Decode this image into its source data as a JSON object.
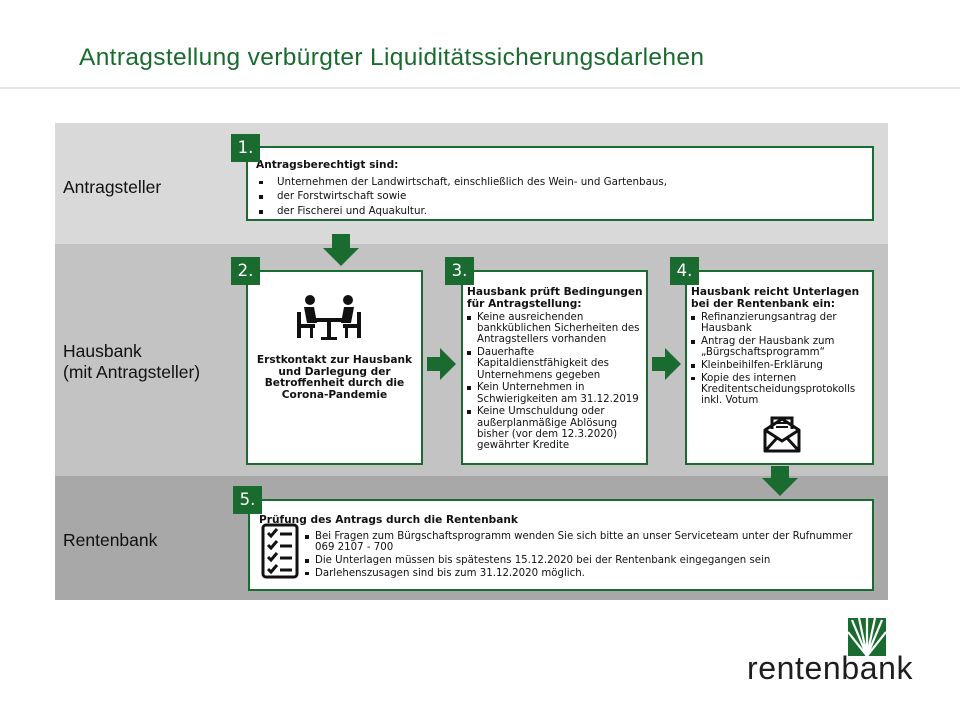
{
  "title": "Antragstellung verbürgter Liquiditätssicherungsdarlehen",
  "rows": [
    {
      "label": "Antragsteller"
    },
    {
      "label": "Hausbank\n(mit Antragsteller)"
    },
    {
      "label": "Rentenbank"
    }
  ],
  "steps": [
    {
      "number": "1.",
      "title": "Antragsberechtigt sind:",
      "items": [
        "Unternehmen der Landwirtschaft, einschließlich des Wein- und Gartenbaus,",
        "der Forstwirtschaft sowie",
        "der Fischerei und Aquakultur."
      ]
    },
    {
      "number": "2.",
      "title": "Erstkontakt zur Hausbank und Darlegung der Betroffenheit durch die Corona-Pandemie",
      "icon": "meeting-icon"
    },
    {
      "number": "3.",
      "title": "Hausbank prüft Bedingungen für Antragstellung:",
      "items": [
        "Keine ausreichenden bankküblichen Sicherheiten des Antragstellers vorhanden",
        "Dauerhafte Kapitaldienstfähigkeit des Unternehmens gegeben",
        "Kein Unternehmen in Schwierigkeiten am 31.12.2019",
        "Keine Umschuldung oder außerplanmäßige Ablösung bisher (vor dem 12.3.2020) gewährter Kredite"
      ]
    },
    {
      "number": "4.",
      "title": "Hausbank reicht Unterlagen bei der Rentenbank ein:",
      "items": [
        "Refinanzierungsantrag der Hausbank",
        "Antrag der Hausbank zum „Bürgschaftsprogramm“",
        "Kleinbeihilfen-Erklärung",
        "Kopie des internen Kreditentscheidungsprotokolls inkl. Votum"
      ],
      "icon": "mail-icon"
    },
    {
      "number": "5.",
      "title": "Prüfung des Antrags durch die Rentenbank",
      "items": [
        "Bei Fragen zum Bürgschaftsprogramm wenden Sie sich bitte an unser Serviceteam unter der Rufnummer 069 2107 - 700",
        "Die Unterlagen müssen bis spätestens 15.12.2020 bei der Rentenbank eingegangen sein",
        "Darlehenszusagen sind bis zum 31.12.2020 möglich."
      ],
      "icon": "checklist-icon"
    }
  ],
  "logo": {
    "text": "rentenbank",
    "icon": "rentenbank-logo-icon"
  },
  "colors": {
    "accent": "#1a6b2f",
    "band1": "#d9d9d9",
    "band2": "#c3c3c3",
    "band3": "#a8a8a8"
  }
}
